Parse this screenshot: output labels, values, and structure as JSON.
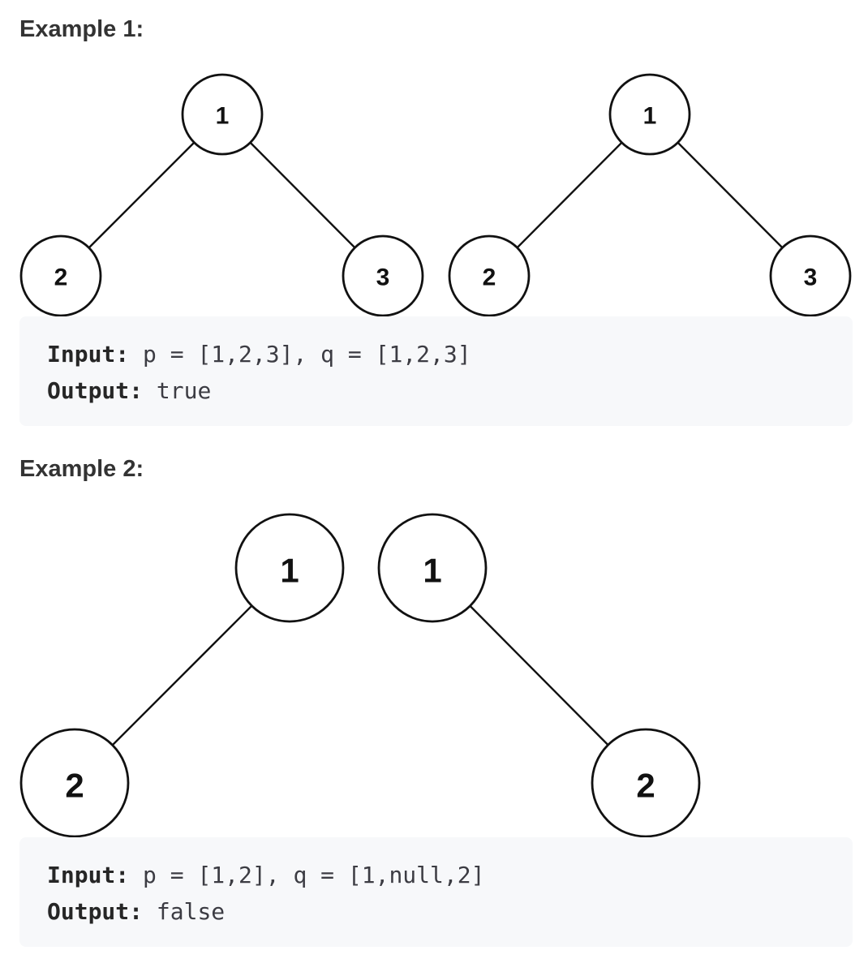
{
  "examples": [
    {
      "heading": "Example 1:",
      "tree_p": {
        "root": "1",
        "left": "2",
        "right": "3"
      },
      "tree_q": {
        "root": "1",
        "left": "2",
        "right": "3"
      },
      "input_label": "Input:",
      "input_value": " p = [1,2,3], q = [1,2,3]",
      "output_label": "Output:",
      "output_value": " true"
    },
    {
      "heading": "Example 2:",
      "tree_p": {
        "root": "1",
        "left": "2"
      },
      "tree_q": {
        "root": "1",
        "right": "2"
      },
      "input_label": "Input:",
      "input_value": " p = [1,2], q = [1,null,2]",
      "output_label": "Output:",
      "output_value": " false"
    }
  ]
}
